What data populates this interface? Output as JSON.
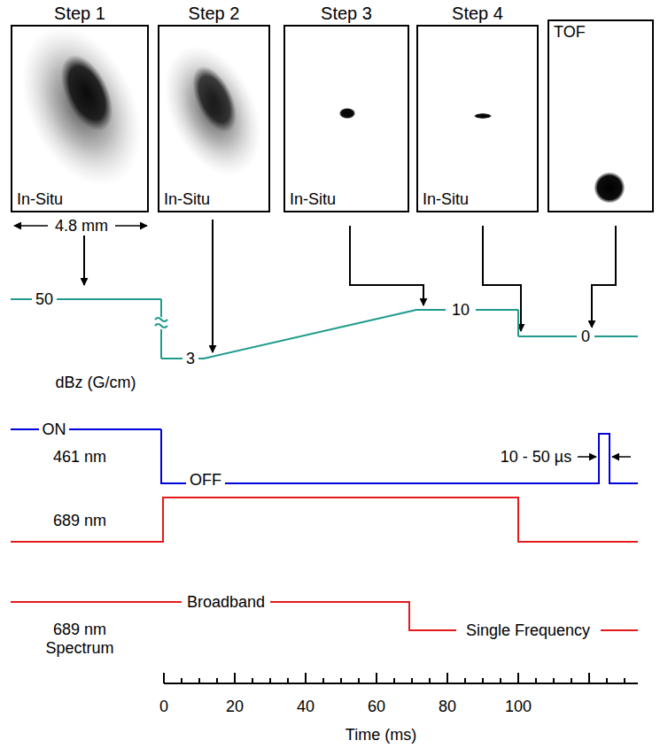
{
  "diagram": {
    "nodes": [
      {
        "text": [
          "Step 1",
          "In-Situ"
        ]
      },
      {
        "text": [
          "Step 2",
          "In-Situ"
        ]
      },
      {
        "text": [
          "Step 3",
          "In-Situ"
        ]
      },
      {
        "text": [
          "Step 4",
          "In-Situ"
        ]
      },
      {
        "text": [
          "TOF"
        ]
      }
    ],
    "labels": [
      "4.8 mm",
      "50",
      "3",
      "10",
      "0",
      "dBz (G/cm)",
      "ON",
      "461 nm",
      "OFF",
      "10 - 50 µs",
      "689 nm",
      "Broadband",
      "689 nm Spectrum",
      "Single Frequency",
      "0",
      "20",
      "40",
      "60",
      "80",
      "100",
      "Time (ms)"
    ]
  }
}
